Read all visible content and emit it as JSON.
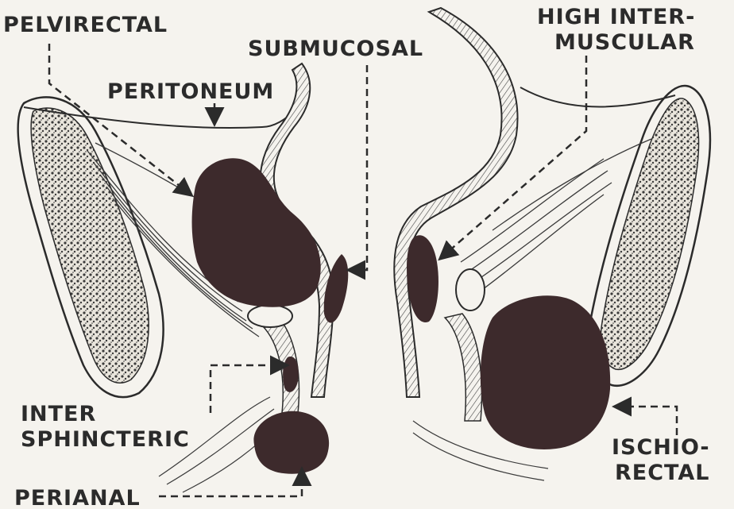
{
  "labels": {
    "pelvirectal": "PELVIRECTAL",
    "peritoneum": "PERITONEUM",
    "submucosal": "SUBMUCOSAL",
    "high_inter_line1": "HIGH INTER-",
    "high_inter_line2": "MUSCULAR",
    "inter_line1": "INTER",
    "inter_line2": "SPHINCTERIC",
    "perianal": "PERIANAL",
    "ischio_line1": "ISCHIO-",
    "ischio_line2": "RECTAL"
  },
  "colors": {
    "abscess": "#3d2a2c",
    "line": "#2b2b2b",
    "background": "#f5f3ee"
  }
}
